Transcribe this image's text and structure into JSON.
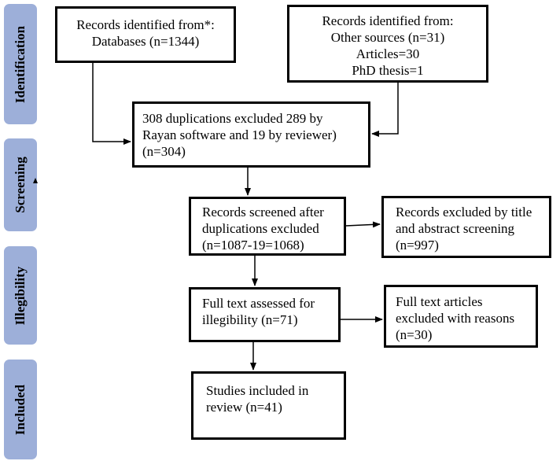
{
  "phases": {
    "identification": "Identification",
    "screening": "Screening",
    "illegibility": "Illegibility",
    "included": "Included"
  },
  "boxes": {
    "databases": [
      "Records identified from*:",
      "Databases (n=1344)"
    ],
    "other_sources": [
      "Records identified from:",
      "Other sources (n=31)",
      "Articles=30",
      "PhD thesis=1"
    ],
    "duplications": [
      "308 duplications excluded 289 by",
      "Rayan software and 19 by reviewer)",
      "(n=304)"
    ],
    "screened": [
      "Records screened after",
      "duplications excluded",
      "(n=1087-19=1068)"
    ],
    "excluded_title": [
      "Records excluded by title",
      "and abstract screening",
      "(n=997)"
    ],
    "full_text": [
      "Full text assessed for",
      "illegibility (n=71)"
    ],
    "full_text_excluded": [
      "Full text articles",
      "excluded with reasons",
      "(n=30)"
    ],
    "included": [
      "Studies included in",
      "review (n=41)"
    ]
  },
  "colors": {
    "phase_fill": "#9dafd9",
    "border": "#000000"
  }
}
